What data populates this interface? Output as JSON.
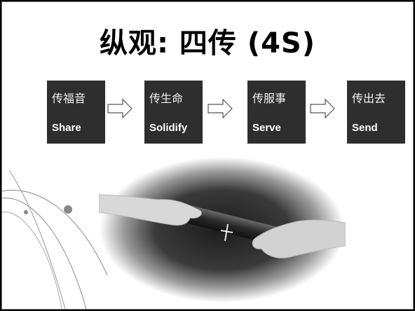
{
  "slide": {
    "title": "纵观: 四传 (4S)",
    "steps": [
      {
        "zh": "传福音",
        "en": "Share"
      },
      {
        "zh": "传生命",
        "en": "Solidify"
      },
      {
        "zh": "传服事",
        "en": "Serve"
      },
      {
        "zh": "传出去",
        "en": "Send"
      }
    ],
    "arrow_icon": "right-arrow-icon",
    "image_icon": "baton-handoff-photo",
    "colors": {
      "step_box": "#2e2e2e",
      "background": "#ffffff",
      "frame": "#000000"
    }
  }
}
